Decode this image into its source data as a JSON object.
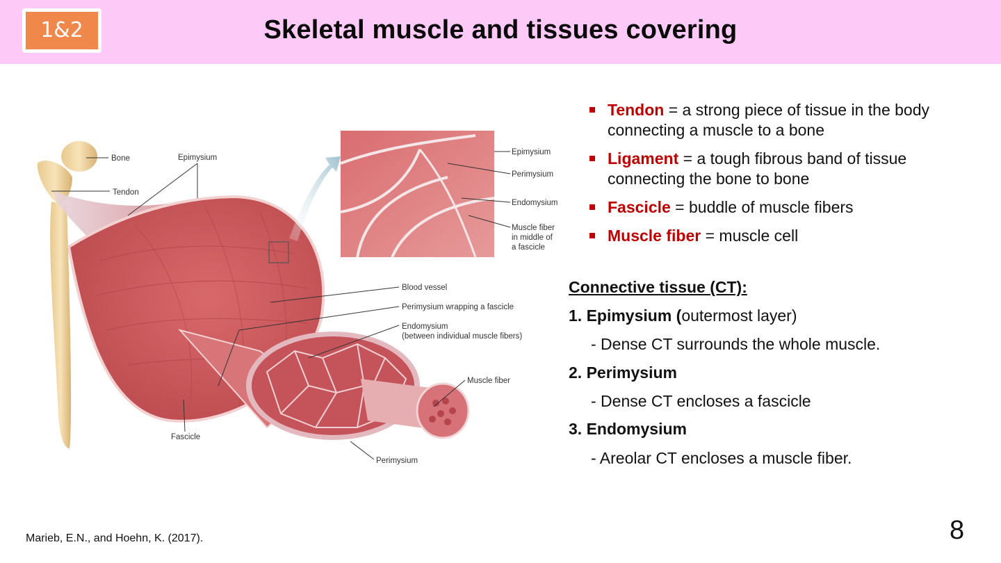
{
  "header": {
    "badge": "1&2",
    "title": "Skeletal muscle and tissues covering"
  },
  "figure": {
    "labels": {
      "bone": "Bone",
      "epimysium": "Epimysium",
      "tendon": "Tendon",
      "inset_epimysium": "Epimysium",
      "inset_perimysium": "Perimysium",
      "inset_endomysium": "Endomysium",
      "inset_muscle_fiber_1": "Muscle fiber",
      "inset_muscle_fiber_2": "in middle of",
      "inset_muscle_fiber_3": "a fascicle",
      "blood_vessel": "Blood vessel",
      "perimysium_wrapping": "Perimysium wrapping a fascicle",
      "endomysium": "Endomysium",
      "endomysium_note": "(between individual muscle fibers)",
      "muscle_fiber": "Muscle fiber",
      "fascicle": "Fascicle",
      "perimysium": "Perimysium"
    }
  },
  "definitions": [
    {
      "term": "Tendon",
      "text": " = a strong piece of tissue in the body connecting a muscle to a bone"
    },
    {
      "term": "Ligament",
      "text": " = a tough fibrous band of tissue connecting the bone to bone"
    },
    {
      "term": "Fascicle",
      "text": " = buddle of muscle fibers"
    },
    {
      "term": "Muscle fiber",
      "text": " = muscle cell"
    }
  ],
  "connective_tissue": {
    "heading": "Connective tissue (CT):",
    "items": [
      {
        "label": "1. Epimysium (",
        "rest": "outermost layer)",
        "sub": "- Dense CT surrounds the whole muscle."
      },
      {
        "label": "2. Perimysium",
        "rest": "",
        "sub": "- Dense CT encloses a fascicle"
      },
      {
        "label": "3. Endomysium",
        "rest": "",
        "sub": "- Areolar  CT encloses a muscle fiber."
      }
    ]
  },
  "citation": "Marieb, E.N., and Hoehn, K. (2017).",
  "page_number": "8",
  "colors": {
    "header_bg": "#fdc9f7",
    "badge_bg": "#f1884b",
    "term_red": "#c00000",
    "muscle": "#c9585a"
  }
}
